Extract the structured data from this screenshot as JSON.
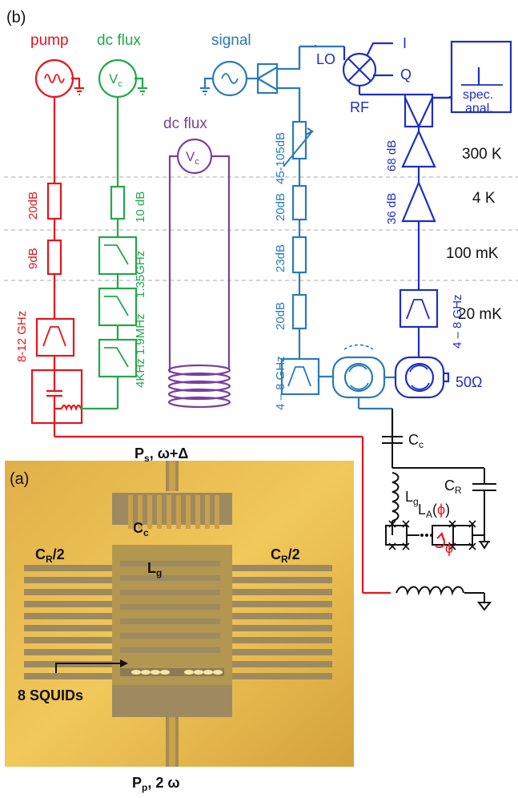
{
  "panel_labels": {
    "b": "(b)",
    "a": "(a)"
  },
  "sources": {
    "pump": "pump",
    "dc_flux_1": "dc flux",
    "dc_flux_2": "dc flux",
    "signal": "signal",
    "vc_1": "V",
    "vc_2": "V",
    "vc_sub": "c"
  },
  "temps": [
    "300 K",
    "4 K",
    "100 mK",
    "20 mK"
  ],
  "pump_line": {
    "att1": "20dB",
    "att2": "9dB",
    "filter": "8-12 GHz"
  },
  "flux_line": {
    "att": "10 dB",
    "f1": "1.35GHz",
    "f2": "4KHz 1.9MHz"
  },
  "signal_line": {
    "att1": "45-105dB",
    "att2": "20dB",
    "att3": "23dB",
    "att4": "20dB",
    "filter": "4 – 8 GHz"
  },
  "output_line": {
    "amp1": "68 dB",
    "amp2": "36 dB",
    "filter": "4 – 8 GHz",
    "term": "50Ω"
  },
  "mixer": {
    "lo": "LO",
    "rf": "RF",
    "i": "I",
    "q": "Q"
  },
  "analyzer": {
    "line1": "spec.",
    "line2": "anal."
  },
  "circuit": {
    "cc": "C",
    "cc_sub": "c",
    "lg": "L",
    "lg_sub": "g",
    "cr": "C",
    "cr_sub": "R",
    "la": "L",
    "la_sub": "A",
    "la_arg": "(ϕ)",
    "phi": "ϕ"
  },
  "photo": {
    "ps": "P",
    "ps_sub": "s",
    "ps_rest": ", ω+Δ",
    "pp": "P",
    "pp_sub": "p",
    "pp_rest": ", 2 ω",
    "cc": "C",
    "cc_sub": "c",
    "cr_left": "C",
    "cr_left_sub": "R",
    "cr_left_rest": "/2",
    "cr_right": "C",
    "cr_right_sub": "R",
    "cr_right_rest": "/2",
    "lg": "L",
    "lg_sub": "g",
    "squids": "8 SQUIDs"
  },
  "colors": {
    "pump": "#e8141c",
    "flux": "#22a84a",
    "flux2": "#7b3f9e",
    "signal": "#2a7ab8",
    "out": "#1f2fbf",
    "photo_bg": "#d6a640"
  }
}
